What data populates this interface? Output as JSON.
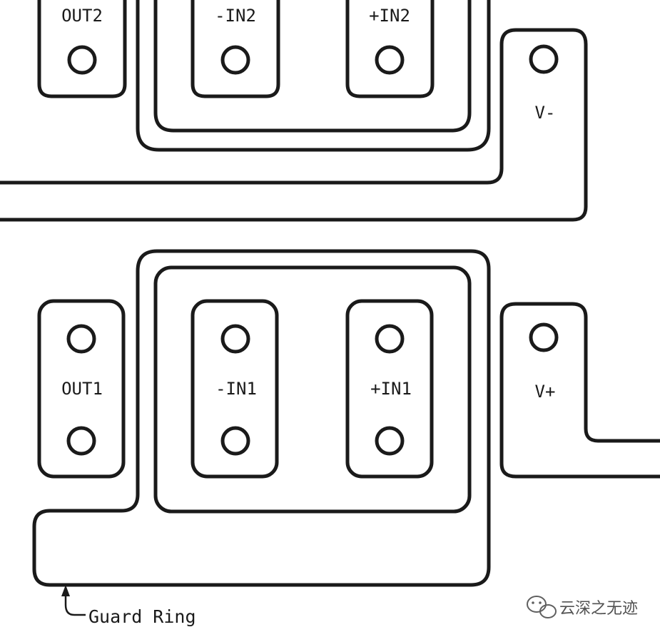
{
  "pins_top": {
    "out2": "OUT2",
    "in2_neg": "-IN2",
    "in2_pos": "+IN2",
    "v_neg": "V-"
  },
  "pins_bottom": {
    "out1": "OUT1",
    "in1_neg": "-IN1",
    "in1_pos": "+IN1",
    "v_pos": "V+"
  },
  "annotation": {
    "guard_ring": "Guard Ring"
  },
  "watermark": {
    "text": "云深之无迹",
    "icon": "wechat-icon"
  },
  "colors": {
    "line": "#1a1a1a",
    "background": "#ffffff"
  }
}
